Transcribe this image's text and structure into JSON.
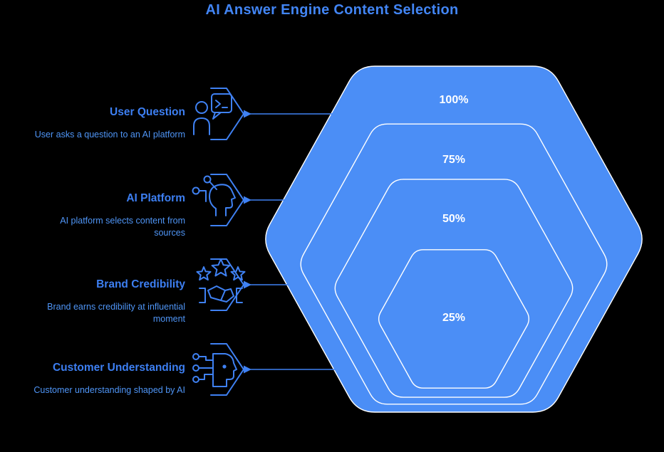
{
  "title": "AI Answer Engine Content Selection",
  "colors": {
    "background": "#000000",
    "hexagon_fill": "#4b8ef6",
    "hexagon_outline": "#ffffff",
    "title_blue": "#4285f4",
    "item_title_blue": "#3d7ff2",
    "description_blue": "#4f95f6",
    "icon_line_blue": "#3f81f3",
    "percent_label_white": "#ffffff"
  },
  "items": [
    {
      "icon": "person-chat-icon",
      "title": "User Question",
      "description_lines": [
        "User asks a question to an AI platform"
      ]
    },
    {
      "icon": "ai-head-icon",
      "title": "AI Platform",
      "description_lines": [
        "AI platform selects content from",
        "sources"
      ]
    },
    {
      "icon": "stars-handshake-icon",
      "title": "Brand Credibility",
      "description_lines": [
        "Brand earns credibility at influential",
        "moment"
      ]
    },
    {
      "icon": "circuit-head-icon",
      "title": "Customer Understanding",
      "description_lines": [
        "Customer understanding shaped by AI"
      ]
    }
  ],
  "chart_data": {
    "type": "nested-hexagon-funnel",
    "title": "AI Answer Engine Content Selection",
    "levels": [
      {
        "label": "100%",
        "value": 100
      },
      {
        "label": "75%",
        "value": 75
      },
      {
        "label": "50%",
        "value": 50
      },
      {
        "label": "25%",
        "value": 25
      }
    ],
    "legend_position": "none",
    "grid": false
  }
}
